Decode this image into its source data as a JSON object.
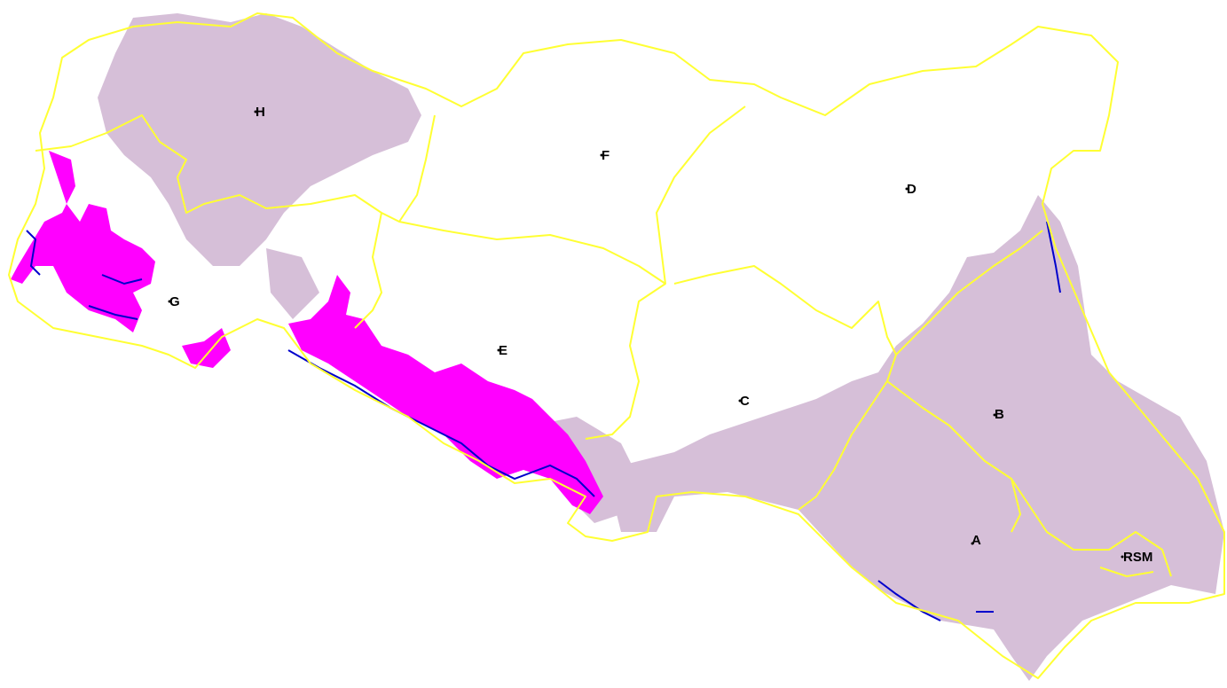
{
  "map": {
    "colors": {
      "background": "#ffffff",
      "boundary": "#ffff33",
      "lavender": "#d6bfd8",
      "magenta": "#ff00ff",
      "blue": "#0000cc"
    },
    "zones": [
      {
        "id": "A",
        "label": "A"
      },
      {
        "id": "B",
        "label": "B"
      },
      {
        "id": "C",
        "label": "C"
      },
      {
        "id": "D",
        "label": "D"
      },
      {
        "id": "E",
        "label": "E"
      },
      {
        "id": "F",
        "label": "F"
      },
      {
        "id": "G",
        "label": "G"
      },
      {
        "id": "H",
        "label": "H"
      },
      {
        "id": "RSM",
        "label": "RSM"
      }
    ]
  }
}
